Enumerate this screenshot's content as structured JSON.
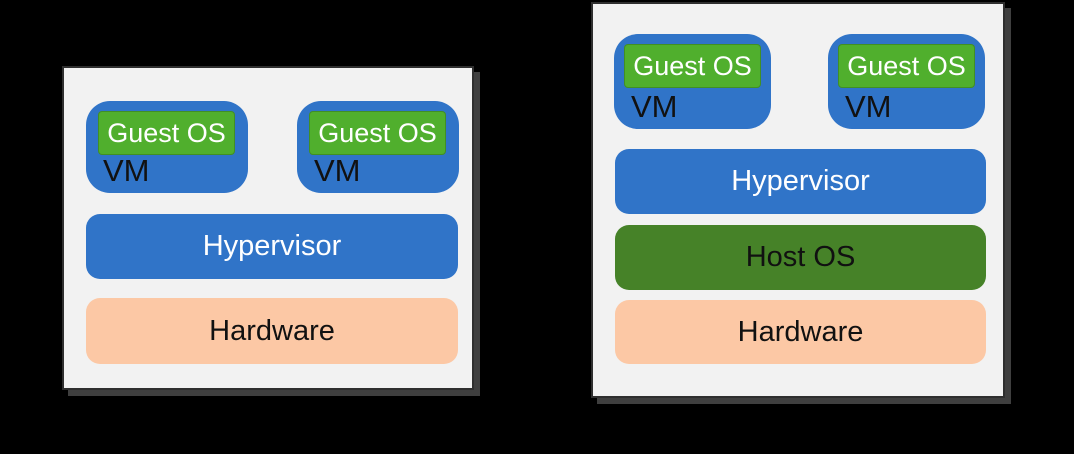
{
  "page": {
    "background_color": "#000000"
  },
  "colors": {
    "panel_background": "#f2f2f2",
    "panel_border": "#2f2f2f",
    "vm_blue": "#3074c8",
    "guest_os_green": "#50af2d",
    "host_os_green": "#468228",
    "hardware_peach": "#fcc8a5",
    "text_light": "#ffffff",
    "text_dark": "#111111"
  },
  "panels": [
    {
      "id": "bare-metal-hypervisor",
      "vms": [
        {
          "guest_os": "Guest OS",
          "label": "VM"
        },
        {
          "guest_os": "Guest OS",
          "label": "VM"
        }
      ],
      "hypervisor": "Hypervisor",
      "hardware": "Hardware"
    },
    {
      "id": "hosted-hypervisor",
      "vms": [
        {
          "guest_os": "Guest OS",
          "label": "VM"
        },
        {
          "guest_os": "Guest OS",
          "label": "VM"
        }
      ],
      "hypervisor": "Hypervisor",
      "host_os": "Host OS",
      "hardware": "Hardware"
    }
  ]
}
